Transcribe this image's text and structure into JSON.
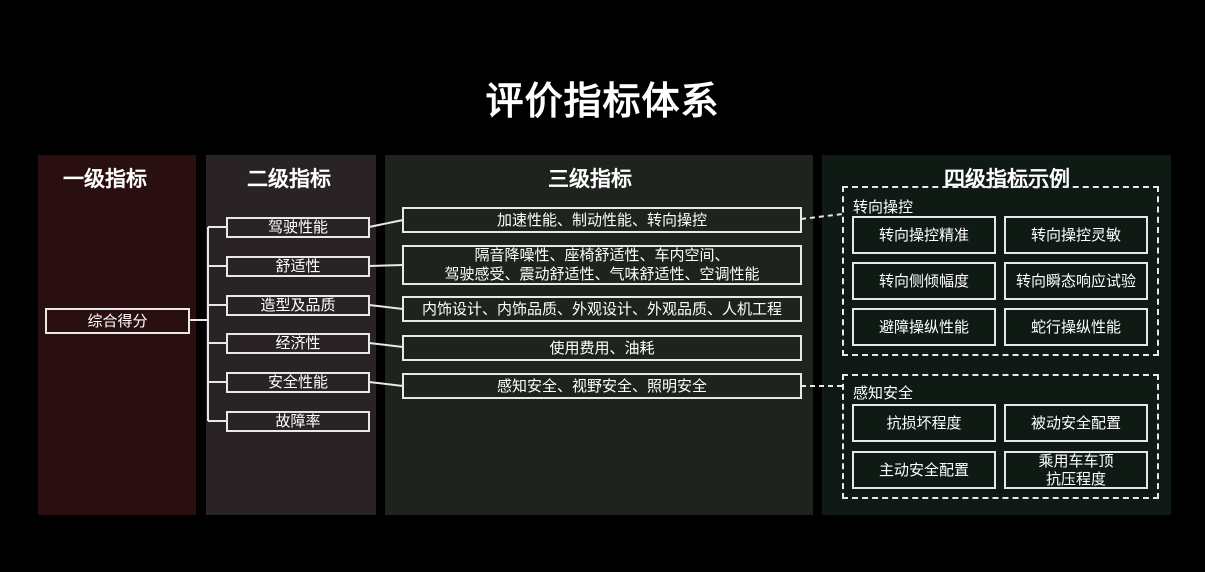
{
  "title": "评价指标体系",
  "columns": {
    "level1": "一级指标",
    "level2": "二级指标",
    "level3": "三级指标",
    "level4": "四级指标示例"
  },
  "level1_item": "综合得分",
  "level2_items": [
    "驾驶性能",
    "舒适性",
    "造型及品质",
    "经济性",
    "安全性能",
    "故障率"
  ],
  "level3_items": {
    "driving": "加速性能、制动性能、转向操控",
    "comfort_line1": "隔音降噪性、座椅舒适性、车内空间、",
    "comfort_line2": "驾驶感受、震动舒适性、气味舒适性、空调性能",
    "styling": "内饰设计、内饰品质、外观设计、外观品质、人机工程",
    "economy": "使用费用、油耗",
    "safety": "感知安全、视野安全、照明安全"
  },
  "level4_groups": [
    {
      "label": "转向操控",
      "items": [
        "转向操控精准",
        "转向操控灵敏",
        "转向侧倾幅度",
        "转向瞬态响应试验",
        "避障操纵性能",
        "蛇行操纵性能"
      ]
    },
    {
      "label": "感知安全",
      "items": [
        "抗损坏程度",
        "被动安全配置",
        "主动安全配置"
      ],
      "last_line1": "乘用车车顶",
      "last_line2": "抗压程度"
    }
  ]
}
